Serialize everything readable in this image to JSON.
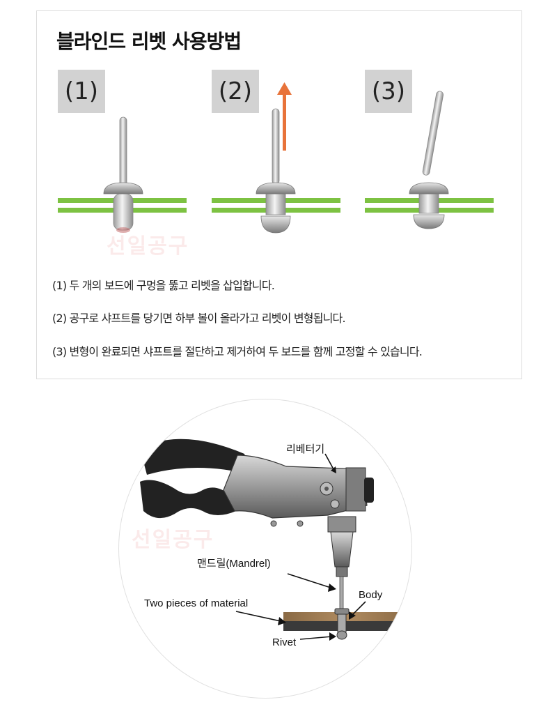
{
  "card": {
    "title": "블라인드 리벳 사용방법",
    "steps": [
      {
        "label": "(1)"
      },
      {
        "label": "(2)"
      },
      {
        "label": "(3)"
      }
    ],
    "descriptions": [
      "(1) 두 개의 보드에 구멍을 뚫고 리벳을 삽입합니다.",
      "(2) 공구로 샤프트를 당기면 하부 볼이 올라가고 리벳이 변형됩니다.",
      "(3) 변형이 완료되면 샤프트를 절단하고 제거하여 두 보드를 함께 고정할 수 있습니다."
    ]
  },
  "watermark": "선일공구",
  "diagram": {
    "labels": {
      "riveter": "리베터기",
      "mandrel": "맨드릴(Mandrel)",
      "body": "Body",
      "material": "Two pieces of material",
      "rivet": "Rivet"
    }
  },
  "colors": {
    "board_green": "#7dc242",
    "arrow_orange": "#e8733a",
    "label_bg": "#d2d2d2"
  }
}
